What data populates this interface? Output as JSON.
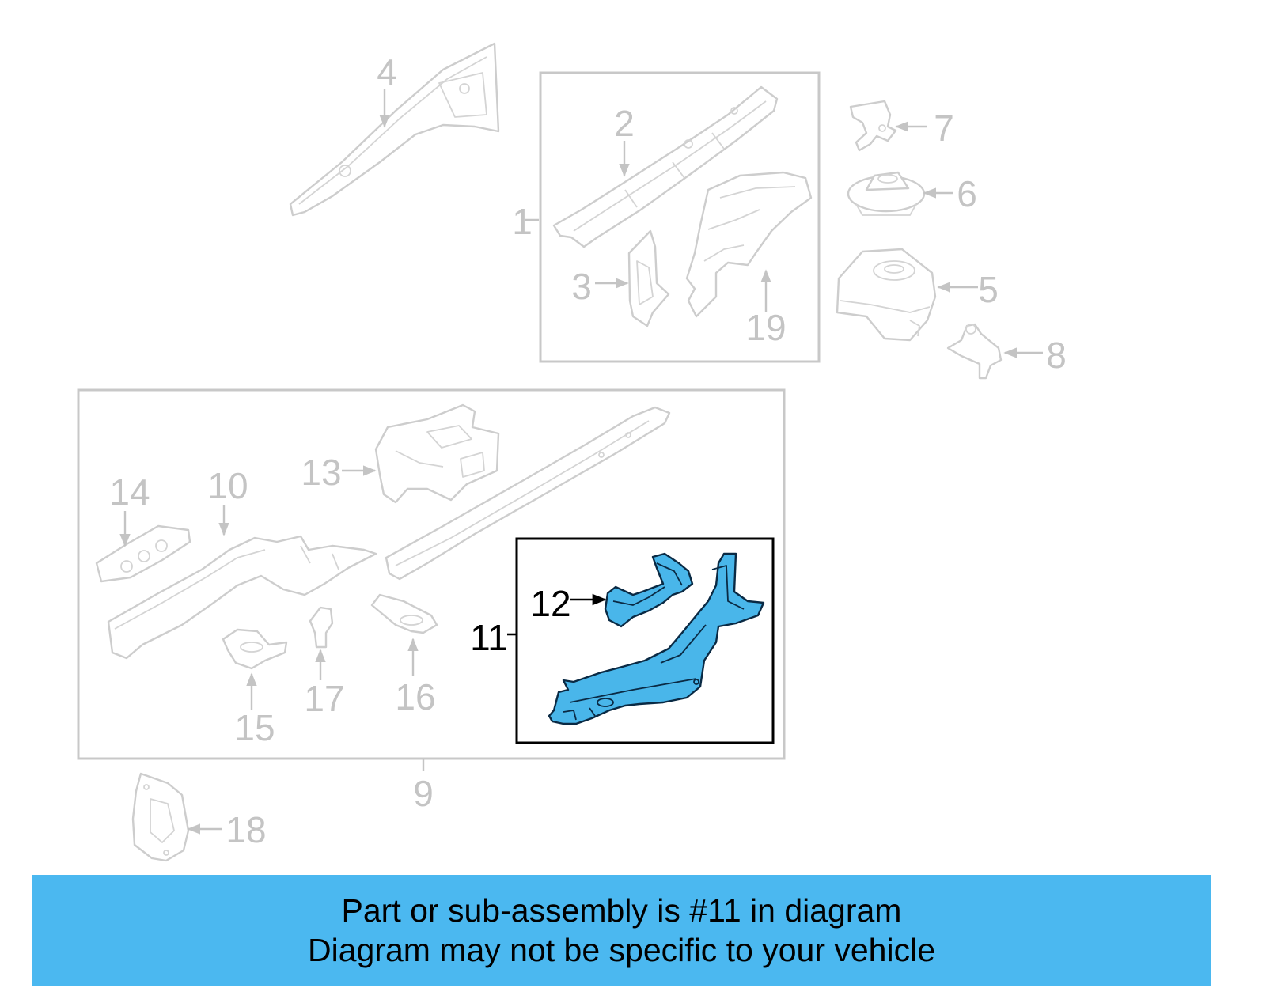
{
  "diagram": {
    "highlighted_part": "11",
    "highlight_color": "#49b6ea",
    "callouts": {
      "c1": "1",
      "c2": "2",
      "c3": "3",
      "c4": "4",
      "c5": "5",
      "c6": "6",
      "c7": "7",
      "c8": "8",
      "c9": "9",
      "c10": "10",
      "c11": "11",
      "c12": "12",
      "c13": "13",
      "c14": "14",
      "c15": "15",
      "c16": "16",
      "c17": "17",
      "c18": "18",
      "c19": "19"
    }
  },
  "banner": {
    "line1": "Part or sub-assembly is #11 in diagram",
    "line2": "Diagram may not be specific to your vehicle",
    "background": "#4bb8f0"
  }
}
